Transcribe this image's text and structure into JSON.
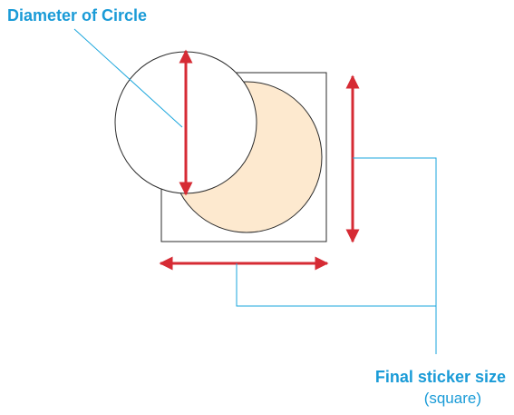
{
  "labels": {
    "diameter": "Diameter of Circle",
    "final_size": "Final sticker size",
    "final_size_note": "(square)"
  },
  "colors": {
    "label_blue": "#1a9bd7",
    "leader_blue": "#1aa6dc",
    "arrow_red": "#d62b34",
    "sticker_fill": "#fde9cf",
    "outline": "#2b2b2b",
    "circle_fill": "#ffffff"
  }
}
